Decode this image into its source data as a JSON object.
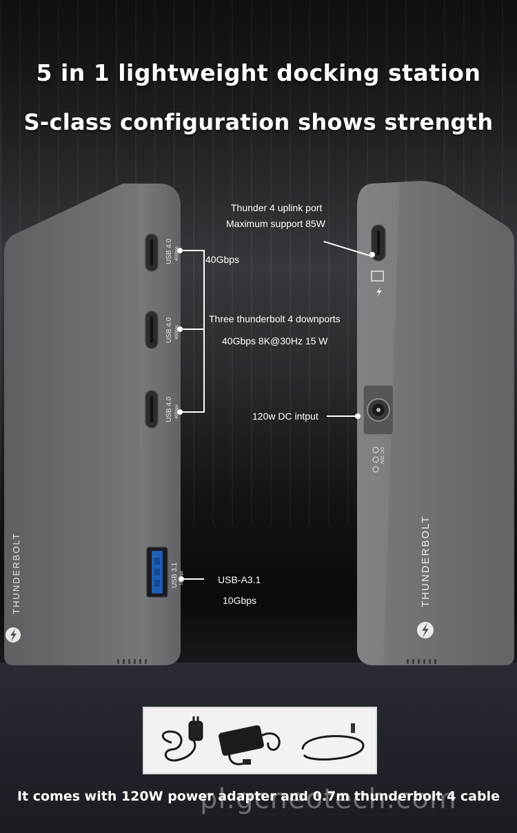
{
  "headline": {
    "line1": "5 in 1 lightweight docking station",
    "line2": "S-class configuration shows strength"
  },
  "left_device": {
    "ports": [
      {
        "label": "USB 4.0",
        "sub": "40Gbps"
      },
      {
        "label": "USB 4.0",
        "sub": "40Gbps"
      },
      {
        "label": "USB 4.0",
        "sub": "40Gbps"
      },
      {
        "label": "USB 3.1",
        "sub": "10Gbps"
      }
    ],
    "brand": "THUNDERBOLT"
  },
  "right_device": {
    "dc_label": "DC 20V",
    "brand": "THUNDERBOLT"
  },
  "callouts": {
    "bracket_speed": "40Gbps",
    "downports_title": "Three thunderbolt 4 downports",
    "downports_spec": "40Gbps 8K@30Hz  15 W",
    "usba_title": "USB-A3.1",
    "usba_speed": "10Gbps",
    "uplink_title": "Thunder 4 uplink port",
    "uplink_spec": "Maximum support 85W",
    "dc_input": "120w DC intput"
  },
  "footer": {
    "caption": "It comes with 120W power adapter and 0.7m thunderbolt 4 cable",
    "watermark": "pl.gcneotech.com"
  },
  "colors": {
    "device_body": "#6b6c70",
    "background_dark": "#0a0a0c",
    "text": "#ffffff"
  }
}
